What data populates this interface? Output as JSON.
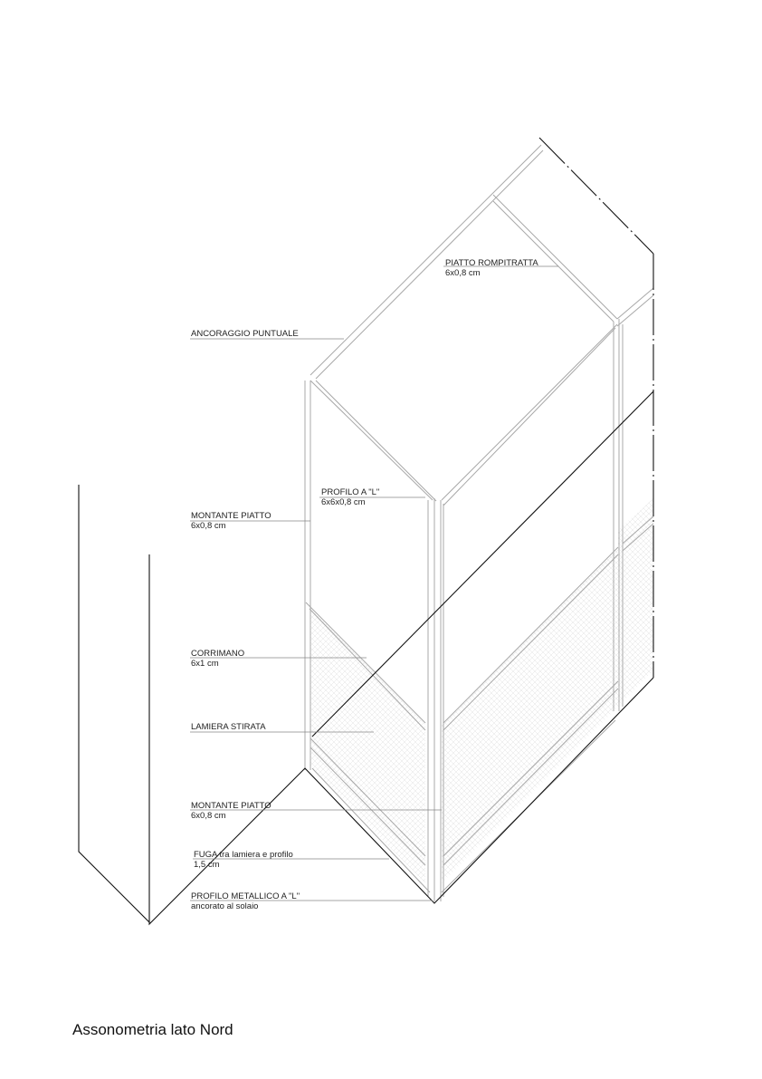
{
  "title": "Assonometria lato Nord",
  "labels": {
    "piatto_rompitratta": {
      "name": "PIATTO ROMPITRATTA",
      "spec": "6x0,8 cm"
    },
    "ancoraggio": {
      "name": "ANCORAGGIO PUNTUALE"
    },
    "profilo_l": {
      "name": "PROFILO A \"L\"",
      "spec": "6x6x0,8 cm"
    },
    "montante_top": {
      "name": "MONTANTE PIATTO",
      "spec": "6x0,8 cm"
    },
    "corrimano": {
      "name": "CORRIMANO",
      "spec": "6x1 cm"
    },
    "lamiera": {
      "name": "LAMIERA STIRATA"
    },
    "montante_bottom": {
      "name": "MONTANTE PIATTO",
      "spec": "6x0,8 cm"
    },
    "fuga": {
      "name": "FUGA tra lamiera e profilo",
      "spec": "1,5 cm"
    },
    "profilo_metallico": {
      "name": "PROFILO METALLICO A \"L\"",
      "spec": "ancorato al solaio"
    }
  },
  "colors": {
    "structure": "#aaaaaa",
    "outline": "#111111",
    "leader": "#888888"
  }
}
